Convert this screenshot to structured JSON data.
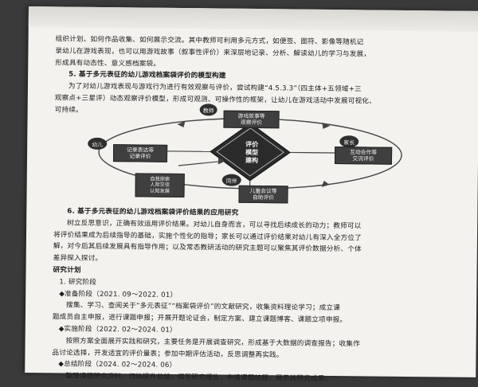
{
  "top_lines": [
    "组织计划、如何作品收集、如何展示交流。其中教师可利用多元方式，如便签、图符、影像等随机记",
    "录幼儿在游戏表现，也可以用游戏故事（叙事性评价）来深层地记录、分析、解读幼儿的学习与发展，",
    "形成具有动态性、意义感档案袋。"
  ],
  "heading5": "5. 基于多元表征的幼儿游戏档案袋评价的模型构建",
  "para5": [
    "为了对幼儿游戏表现与游戏行为进行有效观察与评价，尝试构建“4.5.3.3”（四主体+五领域+三",
    "观察点+三星评）动态观察评价模型，形成可观测、可操作性的框架，让幼儿在游戏活动中发展可视化、",
    "可持续。"
  ],
  "diagram": {
    "center": "评价\n模型\n建构",
    "teacher": "教师",
    "child": "幼儿",
    "parent": "家长",
    "peer": "同伴",
    "top_box": "游戏故事等\n观察评价",
    "left_box": "记录表达等\n记录评价",
    "right_box": "互动合作等\n交流评价",
    "bottom_box": "儿童会议等\n自助评价",
    "bottom_left_box": "自我探索\n人际交往\n认知发展"
  },
  "heading6": "6. 基于多元表征的幼儿游戏档案袋评价结果的应用研究",
  "para6": [
    "树立反思意识，正确有效运用评价结果。对幼儿自身而言，可以寻找后续成长的动力；教师可以",
    "将评价结果成为后续指导的基础，实施个性化的指导；家长可以通过评价结果对幼儿有深入全方位了",
    "解，对今后其后续发展具有指导作用；以及常态教研活动的研究主题可以聚焦其评价数据分析、个体",
    "差异探入探讨。"
  ],
  "research_plan": "研究计划",
  "stages_title": "1. 研究阶段",
  "stage1_title": "◆准备阶段（2021. 09～2022. 01）",
  "stage1_text": [
    "搜集、学习、查阅关于“多元表征”“档案袋评价”的文献研究，收集资料理论学习；成立课",
    "题成员自主申报，进行课题申报；开展开题论证会，制定方案、建立课题博客、课题立项申报。"
  ],
  "stage2_title": "◆实施阶段（2022. 02～2024. 01）",
  "stage2_text": [
    "按照方案全面展开实践和研究，主要任务是开展调查研究，形成基于大数据的调查报告；收集作",
    "品讨论选择，开发适宜的评价量表；参加中期评估活动，反思调整再实践。"
  ],
  "stage3_title": "◆总结阶段（2024. 02～2024. 06）",
  "stage3_text": [
    "整理课题研究资料，归纳提升总结，撰写研究报告，申请课题结题，展示其研究成果。"
  ]
}
